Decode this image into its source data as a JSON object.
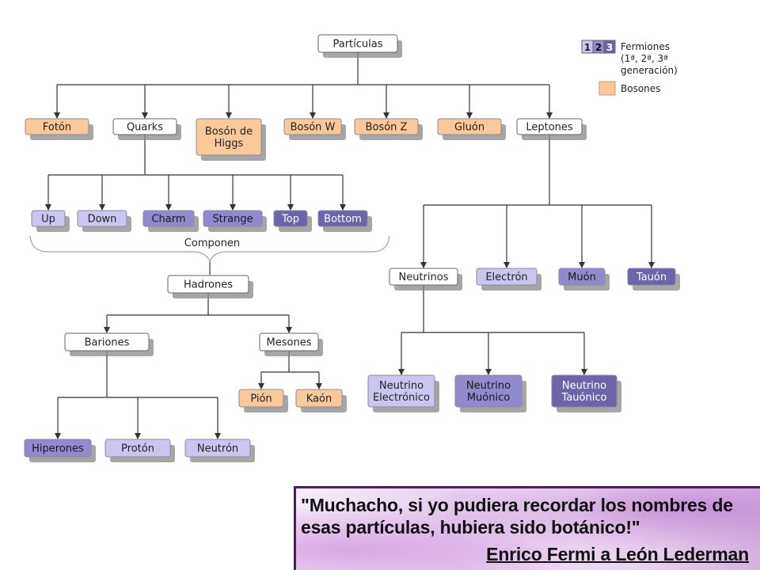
{
  "colors": {
    "gen1": "#c9c7f2",
    "gen2": "#8f8bce",
    "gen3": "#6a66a9",
    "boson": "#fbc89a",
    "plain": "#ffffff",
    "border": "#666666",
    "shadow": "#888888",
    "line": "#333333",
    "brace": "#9aa0c8"
  },
  "legend": {
    "gen_numbers": [
      "1",
      "2",
      "3"
    ],
    "fermions_label": [
      "Fermiones",
      "(1ª, 2ª, 3ª",
      "generación)"
    ],
    "bosons_label": "Bosones"
  },
  "nodes": [
    {
      "id": "particulas",
      "label": [
        "Partículas"
      ],
      "type": "plain"
    },
    {
      "id": "foton",
      "label": [
        "Fotón"
      ],
      "type": "boson"
    },
    {
      "id": "quarks",
      "label": [
        "Quarks"
      ],
      "type": "plain"
    },
    {
      "id": "higgs",
      "label": [
        "Bosón de",
        "Higgs"
      ],
      "type": "boson"
    },
    {
      "id": "bosonw",
      "label": [
        "Bosón W"
      ],
      "type": "boson"
    },
    {
      "id": "bosonz",
      "label": [
        "Bosón Z"
      ],
      "type": "boson"
    },
    {
      "id": "gluon",
      "label": [
        "Gluón"
      ],
      "type": "boson"
    },
    {
      "id": "leptones",
      "label": [
        "Leptones"
      ],
      "type": "plain"
    },
    {
      "id": "up",
      "label": [
        "Up"
      ],
      "type": "gen1"
    },
    {
      "id": "down",
      "label": [
        "Down"
      ],
      "type": "gen1"
    },
    {
      "id": "charm",
      "label": [
        "Charm"
      ],
      "type": "gen2"
    },
    {
      "id": "strange",
      "label": [
        "Strange"
      ],
      "type": "gen2"
    },
    {
      "id": "top",
      "label": [
        "Top"
      ],
      "type": "gen3"
    },
    {
      "id": "bottom",
      "label": [
        "Bottom"
      ],
      "type": "gen3"
    },
    {
      "id": "hadrones",
      "label": [
        "Hadrones"
      ],
      "type": "plain"
    },
    {
      "id": "bariones",
      "label": [
        "Bariones"
      ],
      "type": "plain"
    },
    {
      "id": "mesones",
      "label": [
        "Mesones"
      ],
      "type": "plain"
    },
    {
      "id": "pion",
      "label": [
        "Pión"
      ],
      "type": "boson"
    },
    {
      "id": "kaon",
      "label": [
        "Kaón"
      ],
      "type": "boson"
    },
    {
      "id": "hiperones",
      "label": [
        "Hiperones"
      ],
      "type": "gen2"
    },
    {
      "id": "proton",
      "label": [
        "Protón"
      ],
      "type": "gen1"
    },
    {
      "id": "neutron",
      "label": [
        "Neutrón"
      ],
      "type": "gen1"
    },
    {
      "id": "neutrinos",
      "label": [
        "Neutrinos"
      ],
      "type": "plain"
    },
    {
      "id": "electron",
      "label": [
        "Electrón"
      ],
      "type": "gen1"
    },
    {
      "id": "muon",
      "label": [
        "Muón"
      ],
      "type": "gen2"
    },
    {
      "id": "tauon",
      "label": [
        "Tauón"
      ],
      "type": "gen3"
    },
    {
      "id": "nu_e",
      "label": [
        "Neutrino",
        "Electrónico"
      ],
      "type": "gen1"
    },
    {
      "id": "nu_mu",
      "label": [
        "Neutrino",
        "Muónico"
      ],
      "type": "gen2"
    },
    {
      "id": "nu_tau",
      "label": [
        "Neutrino",
        "Tauónico"
      ],
      "type": "gen3"
    }
  ],
  "edges": [
    {
      "from": "particulas",
      "to": [
        "foton",
        "quarks",
        "higgs",
        "bosonw",
        "bosonz",
        "gluon",
        "leptones"
      ]
    },
    {
      "from": "quarks",
      "to": [
        "up",
        "down",
        "charm",
        "strange",
        "top",
        "bottom"
      ]
    },
    {
      "from": "hadrones",
      "to": [
        "bariones",
        "mesones"
      ]
    },
    {
      "from": "mesones",
      "to": [
        "pion",
        "kaon"
      ]
    },
    {
      "from": "bariones",
      "to": [
        "hiperones",
        "proton",
        "neutron"
      ]
    },
    {
      "from": "leptones",
      "to": [
        "neutrinos",
        "electron",
        "muon",
        "tauon"
      ]
    },
    {
      "from": "neutrinos",
      "to": [
        "nu_e",
        "nu_mu",
        "nu_tau"
      ]
    }
  ],
  "brace_label": "Componen",
  "quote": {
    "line1": "\"Muchacho, si yo pudiera recordar los nombres de",
    "line2": "esas partículas, hubiera sido botánico!\"",
    "author": "Enrico Fermi a León Lederman"
  }
}
